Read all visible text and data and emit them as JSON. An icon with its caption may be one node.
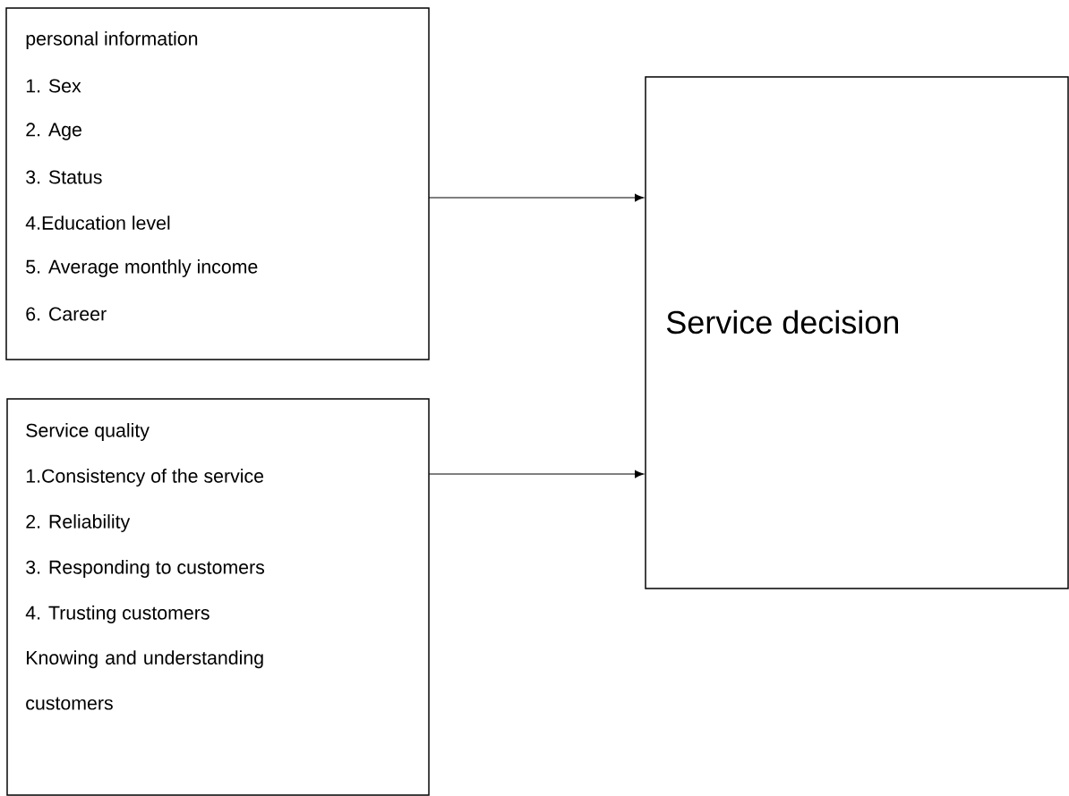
{
  "diagram": {
    "nodes": [
      {
        "text": [
          "personal information",
          "1. Sex",
          "2. Age",
          "3. Status",
          "4.Education level",
          "5. Average monthly income",
          "6. Career"
        ]
      },
      {
        "text": [
          "Service quality",
          "1.Consistency of the service",
          "2. Reliability",
          "3. Responding to customers",
          "4. Trusting customers",
          "Knowing and understanding customers"
        ]
      },
      {
        "text": [
          "Service decision"
        ]
      }
    ],
    "edges": [
      {
        "from": 0,
        "to": 2,
        "arrow": "to"
      },
      {
        "from": 1,
        "to": 2,
        "arrow": "to"
      }
    ]
  }
}
